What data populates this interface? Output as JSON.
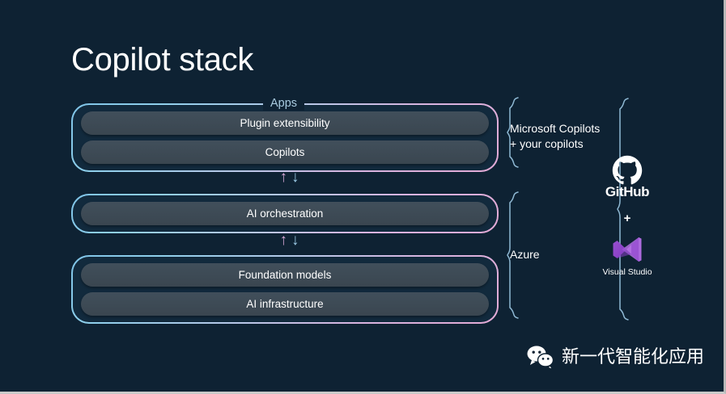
{
  "slide": {
    "title": "Copilot stack",
    "background_color": "#0e2233"
  },
  "stack": {
    "caption": "Apps",
    "layers": [
      {
        "id": "apps",
        "items": [
          {
            "label": "Plugin extensibility"
          },
          {
            "label": "Copilots"
          }
        ]
      },
      {
        "id": "orchestration",
        "items": [
          {
            "label": "AI orchestration"
          }
        ]
      },
      {
        "id": "foundation",
        "items": [
          {
            "label": "Foundation models"
          },
          {
            "label": "AI infrastructure"
          }
        ]
      }
    ],
    "arrow_up": "↑",
    "arrow_down": "↓",
    "border_gradient_start": "#7fc4e8",
    "border_gradient_end": "#e3aad6",
    "pill_color": "#3a4650",
    "caption_color": "#a9cbe0",
    "arrow_up_color": "#d8a9d8",
    "arrow_down_color": "#9ccbe6"
  },
  "annotations": {
    "copilots_label_line1": "Microsoft Copilots",
    "copilots_label_line2": "+ your copilots",
    "azure_label": "Azure",
    "bracket_color": "#8fb9d4"
  },
  "tools": {
    "github_name": "GitHub",
    "plus": "+",
    "visual_studio_name": "Visual Studio",
    "visual_studio_color": "#9b4fd4"
  },
  "watermark": {
    "text": "新一代智能化应用",
    "logo_color": "#ffffff"
  }
}
